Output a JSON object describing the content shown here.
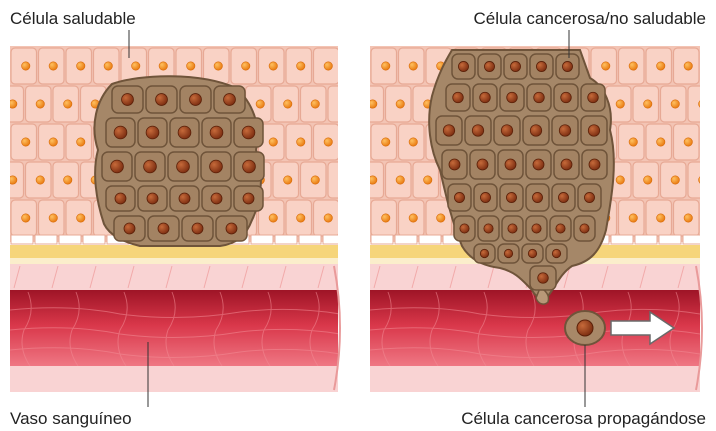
{
  "labels": {
    "healthy_cell": "Célula saludable",
    "cancer_cell": "Célula cancerosa/no saludable",
    "blood_vessel": "Vaso sanguíneo",
    "spreading_cell": "Célula cancerosa propagándose"
  },
  "colors": {
    "healthy_cell_fill": "#f9d2c5",
    "healthy_cell_border": "#e7a995",
    "healthy_nucleus": "#f28a1c",
    "tumor_fill": "#a88a6c",
    "tumor_cell_fill": "#a38363",
    "tumor_cell_border": "#6f543a",
    "tumor_nucleus": "#8a3414",
    "basement_membrane": "#f6d57a",
    "vessel_wall": "#f8c7c7",
    "vessel_lumen": "#c92a3c",
    "arrow": "#ffffff"
  }
}
